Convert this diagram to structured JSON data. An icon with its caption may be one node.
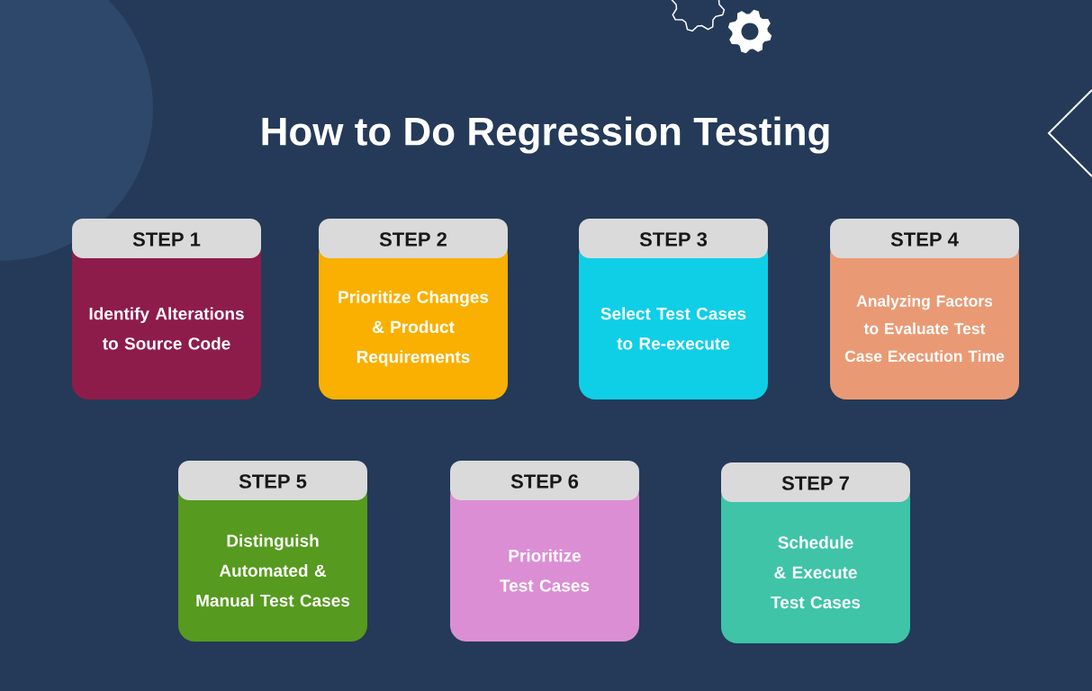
{
  "diagram": {
    "title": "How to Do Regression Testing",
    "nodes": [
      {
        "text": [
          "STEP 1",
          "Identify Alterations to Source Code"
        ]
      },
      {
        "text": [
          "STEP 2",
          "Prioritize Changes & Product Requirements"
        ]
      },
      {
        "text": [
          "STEP 3",
          "Select Test Cases to Re-execute"
        ]
      },
      {
        "text": [
          "STEP 4",
          "Analyzing Factors to Evaluate Test Case Execution Time"
        ]
      },
      {
        "text": [
          "STEP 5",
          "Distinguish Automated & Manual Test Cases"
        ]
      },
      {
        "text": [
          "STEP 6",
          "Prioritize Test Cases"
        ]
      },
      {
        "text": [
          "STEP 7",
          "Schedule & Execute Test Cases"
        ]
      }
    ]
  }
}
